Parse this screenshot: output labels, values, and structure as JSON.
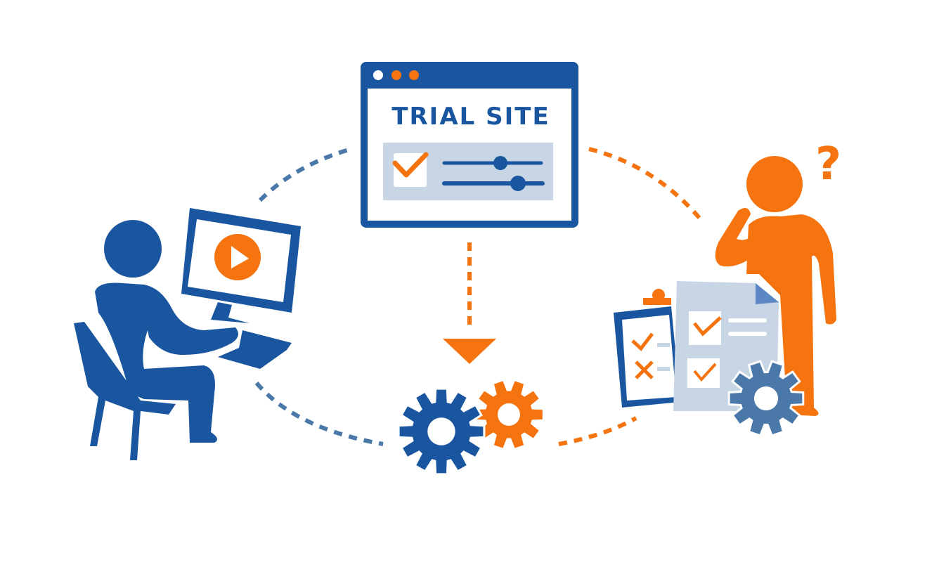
{
  "trial_site": {
    "title": "TRIAL SITE",
    "checkbox_checked": true,
    "slider_values": [
      0.58,
      0.75
    ]
  },
  "colors": {
    "blue": "#1a56a0",
    "orange": "#f57410",
    "light_blue": "#c7d5e4",
    "steel_blue": "#4a78a8"
  }
}
